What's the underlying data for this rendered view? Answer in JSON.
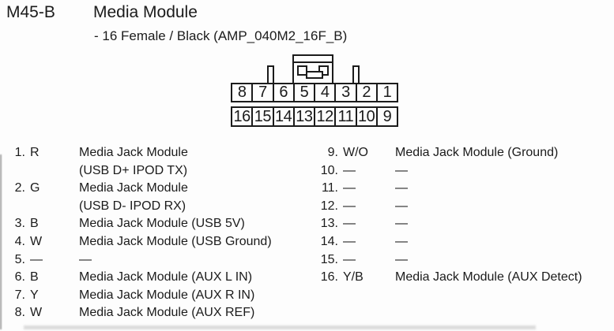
{
  "header": {
    "connector_id": "M45-B",
    "module_name": "Media Module",
    "connector_spec": "- 16 Female / Black (AMP_040M2_16F_B)"
  },
  "connector": {
    "top_row": [
      "8",
      "7",
      "6",
      "5",
      "4",
      "3",
      "2",
      "1"
    ],
    "bottom_row": [
      "16",
      "15",
      "14",
      "13",
      "12",
      "11",
      "10",
      "9"
    ]
  },
  "pins_left": [
    {
      "num": "1.",
      "code": "R",
      "desc": "Media Jack Module",
      "desc2": "(USB D+ IPOD TX)"
    },
    {
      "num": "2.",
      "code": "G",
      "desc": "Media Jack Module",
      "desc2": "(USB D- IPOD RX)"
    },
    {
      "num": "3.",
      "code": "B",
      "desc": "Media Jack Module (USB 5V)"
    },
    {
      "num": "4.",
      "code": "W",
      "desc": "Media Jack Module (USB Ground)"
    },
    {
      "num": "5.",
      "code": "—",
      "desc": "—"
    },
    {
      "num": "6.",
      "code": "B",
      "desc": "Media Jack Module (AUX L IN)"
    },
    {
      "num": "7.",
      "code": "Y",
      "desc": "Media Jack Module (AUX R IN)"
    },
    {
      "num": "8.",
      "code": "W",
      "desc": "Media Jack Module (AUX REF)"
    }
  ],
  "pins_right": [
    {
      "num": "9.",
      "code": "W/O",
      "desc": "Media Jack Module (Ground)"
    },
    {
      "num": "10.",
      "code": "—",
      "desc": "—"
    },
    {
      "num": "11.",
      "code": "—",
      "desc": "—"
    },
    {
      "num": "12.",
      "code": "—",
      "desc": "—"
    },
    {
      "num": "13.",
      "code": "—",
      "desc": "—"
    },
    {
      "num": "14.",
      "code": "—",
      "desc": "—"
    },
    {
      "num": "15.",
      "code": "—",
      "desc": "—"
    },
    {
      "num": "16.",
      "code": "Y/B",
      "desc": "Media Jack Module (AUX Detect)"
    }
  ],
  "colors": {
    "ink": "#1b1b1b",
    "paper": "#fdfdfd"
  }
}
